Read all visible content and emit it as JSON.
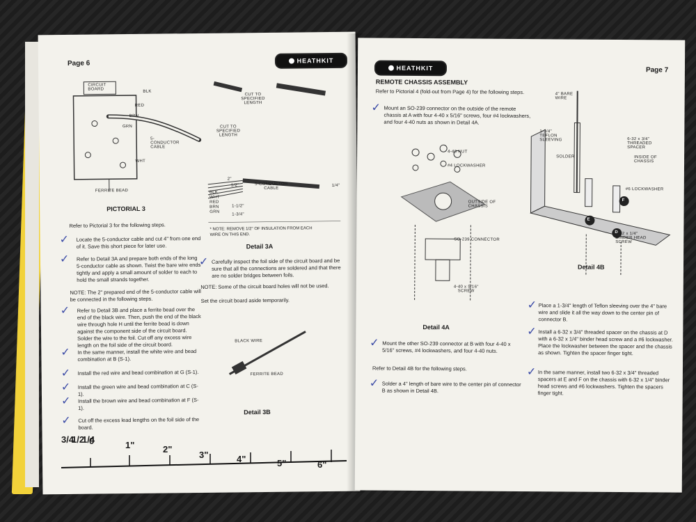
{
  "left": {
    "page_label": "Page 6",
    "logo_text": "HEATHKIT",
    "pictorial": {
      "labels": [
        "CIRCUIT BOARD",
        "BLK",
        "RED",
        "BRN",
        "GRN",
        "WHT",
        "5-CONDUCTOR CABLE",
        "FERRITE BEAD"
      ],
      "title": "PICTORIAL 3"
    },
    "detail3a": {
      "labels": [
        "CUT TO SPECIFIED LENGTH",
        "CUT TO SPECIFIED LENGTH",
        "5-CONDUCTOR CABLE",
        "BLK",
        "WHT",
        "RED",
        "BRN",
        "GRN",
        "2\"",
        "1/2\"",
        "1-1/2\"",
        "1-3/4\"",
        "1/4\""
      ],
      "note": "* NOTE: REMOVE 1/2\" OF INSULATION FROM EACH WIRE ON THIS END.",
      "title": "Detail 3A"
    },
    "steps_left": [
      "Refer to Pictorial 3 for the following steps.",
      "Locate the 5-conductor cable and cut 4\" from one end of it. Save this short piece for later use.",
      "Refer to Detail 3A and prepare both ends of the long 5-conductor cable as shown. Twist the bare wire ends tightly and apply a small amount of solder to each to hold the small strands together.",
      "NOTE: The 2\" prepared end of the 5-conductor cable will be connected in the following steps.",
      "Refer to Detail 3B and place a ferrite bead over the end of the black wire. Then, push the end of the black wire through hole H until the ferrite bead is down against the component side of the circuit board. Solder the wire to the foil. Cut off any excess wire length on the foil side of the circuit board.",
      "In the same manner, install the white wire and bead combination at B (S-1).",
      "Install the red wire and bead combination at G (S-1).",
      "Install the green wire and bead combination at C (S-1).",
      "Install the brown wire and bead combination at F (S-1).",
      "Cut off the excess lead lengths on the foil side of the board."
    ],
    "steps_mid": [
      "Carefully inspect the foil side of the circuit board and be sure that all the connections are soldered and that there are no solder bridges between foils.",
      "NOTE: Some of the circuit board holes will not be used.",
      "Set the circuit board aside temporarily."
    ],
    "detail3b": {
      "labels": [
        "BLACK WIRE",
        "FERRITE BEAD"
      ],
      "title": "Detail 3B"
    },
    "ruler": [
      "3/4",
      "1/2",
      "1/4",
      "0",
      "1\"",
      "2\"",
      "3\"",
      "4\"",
      "5\"",
      "6\""
    ]
  },
  "right": {
    "page_label": "Page 7",
    "logo_text": "HEATHKIT",
    "section_title": "REMOTE CHASSIS ASSEMBLY",
    "steps_top": [
      "Refer to Pictorial 4 (fold-out from Page 4) for the following steps.",
      "Mount an SO-239 connector on the outside of the remote chassis at A with four 4-40 x 5/16\" screws, four #4 lockwashers, and four 4-40 nuts as shown in Detail 4A."
    ],
    "detail4a": {
      "labels": [
        "4-40 NUT",
        "#4 LOCKWASHER",
        "OUTSIDE OF CHASSIS",
        "SO-239 CONNECTOR",
        "4-40 x 5/16\" SCREW"
      ],
      "title": "Detail 4A"
    },
    "steps_bottom": [
      "Mount the other SO-239 connector at B with four 4-40 x 5/16\" screws, #4 lockwashers, and four 4-40 nuts.",
      "Refer to Detail 4B for the following steps.",
      "Solder a 4\" length of bare wire to the center pin of connector B as shown in Detail 4B."
    ],
    "detail4b": {
      "labels": [
        "4\" BARE WIRE",
        "1-3/4\" TEFLON SLEEVING",
        "6-32 x 3/4\" THREADED SPACER",
        "INSIDE OF CHASSIS",
        "SOLDER",
        "#6 LOCKWASHER",
        "6-32 x 1/4\" BINDER HEAD SCREW",
        "E",
        "F",
        "D"
      ],
      "title": "Detail 4B"
    },
    "steps_right": [
      "Place a 1-3/4\" length of Teflon sleeving over the 4\" bare wire and slide it all the way down to the center pin of connector B.",
      "Install a 6-32 x 3/4\" threaded spacer on the chassis at D with a 6-32 x 1/4\" binder head screw and a #6 lockwasher. Place the lockwasher between the spacer and the chassis as shown. Tighten the spacer finger tight.",
      "In the same manner, install two 6-32 x 3/4\" threaded spacers at E and F on the chassis with 6-32 x 1/4\" binder head screws and #6 lockwashers. Tighten the spacers finger tight."
    ]
  }
}
